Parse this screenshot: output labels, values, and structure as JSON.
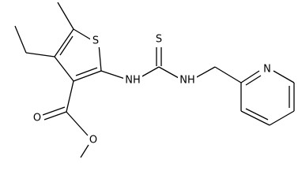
{
  "molecule": {
    "atoms": {
      "thiophene_sulfur": "S",
      "amine_nh_1": "NH",
      "thiocarbonyl_sulfur": "S",
      "amine_nh_2": "NH",
      "pyridine_nitrogen": "N",
      "ester_carbonyl_oxygen": "O",
      "ester_ether_oxygen": "O"
    }
  }
}
